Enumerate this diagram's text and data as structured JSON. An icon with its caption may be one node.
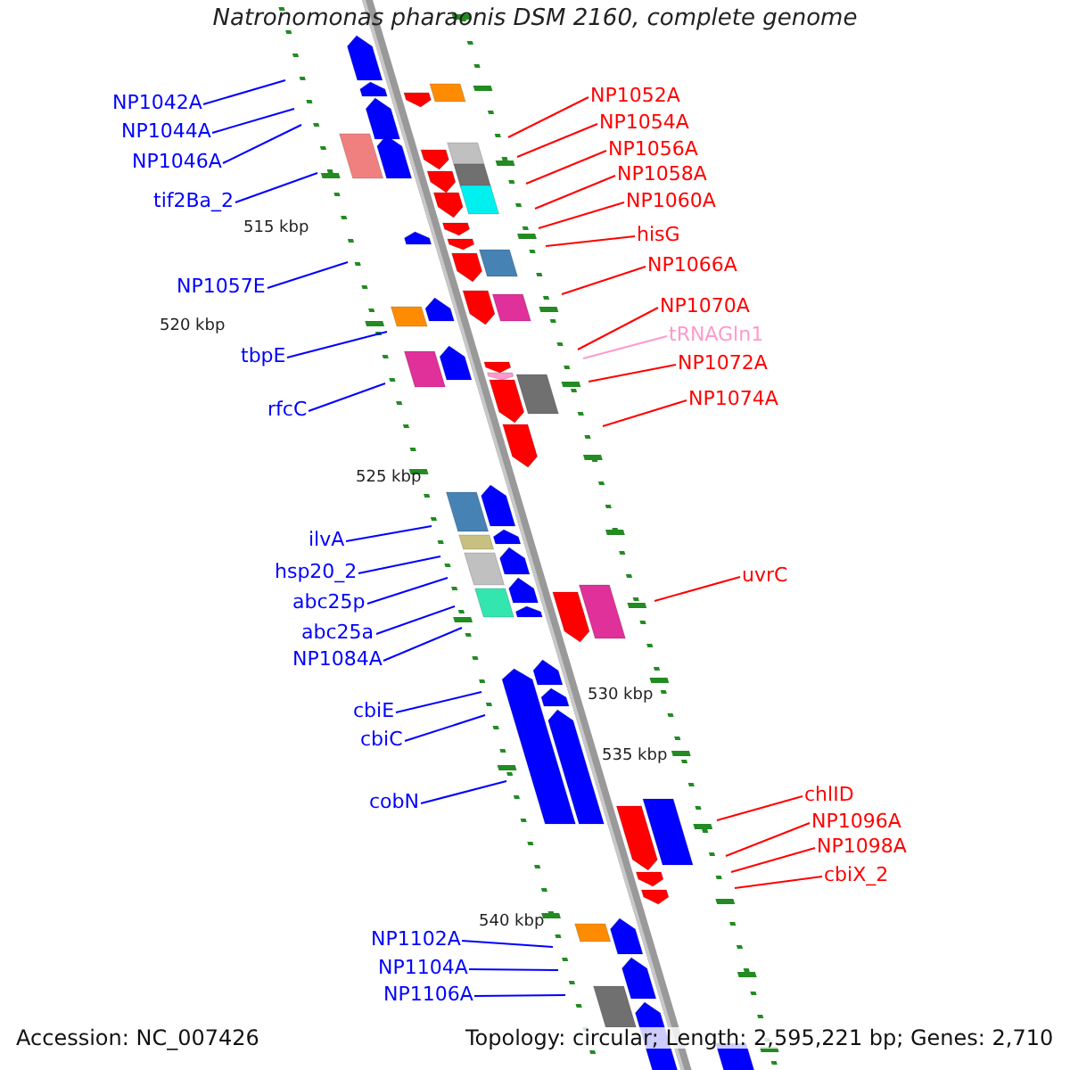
{
  "diagram": {
    "title": "Natronomonas pharaonis DSM 2160, complete genome",
    "nodes": [
      {
        "text": [
          "NP1042A"
        ]
      },
      {
        "text": [
          "NP1044A"
        ]
      },
      {
        "text": [
          "NP1046A"
        ]
      },
      {
        "text": [
          "tif2Ba_2"
        ]
      },
      {
        "text": [
          "NP1057E"
        ]
      },
      {
        "text": [
          "tbpE"
        ]
      },
      {
        "text": [
          "rfcC"
        ]
      },
      {
        "text": [
          "ilvA"
        ]
      },
      {
        "text": [
          "hsp20_2"
        ]
      },
      {
        "text": [
          "abc25p"
        ]
      },
      {
        "text": [
          "abc25a"
        ]
      },
      {
        "text": [
          "NP1084A"
        ]
      },
      {
        "text": [
          "cbiE"
        ]
      },
      {
        "text": [
          "cbiC"
        ]
      },
      {
        "text": [
          "cobN"
        ]
      },
      {
        "text": [
          "NP1102A"
        ]
      },
      {
        "text": [
          "NP1104A"
        ]
      },
      {
        "text": [
          "NP1106A"
        ]
      },
      {
        "text": [
          "NP1052A"
        ]
      },
      {
        "text": [
          "NP1054A"
        ]
      },
      {
        "text": [
          "NP1056A"
        ]
      },
      {
        "text": [
          "NP1058A"
        ]
      },
      {
        "text": [
          "NP1060A"
        ]
      },
      {
        "text": [
          "hisG"
        ]
      },
      {
        "text": [
          "NP1066A"
        ]
      },
      {
        "text": [
          "NP1070A"
        ]
      },
      {
        "text": [
          "tRNAGln1"
        ]
      },
      {
        "text": [
          "NP1072A"
        ]
      },
      {
        "text": [
          "NP1074A"
        ]
      },
      {
        "text": [
          "uvrC"
        ]
      },
      {
        "text": [
          "chlID"
        ]
      },
      {
        "text": [
          "NP1096A"
        ]
      },
      {
        "text": [
          "NP1098A"
        ]
      },
      {
        "text": [
          "cbiX_2"
        ]
      }
    ],
    "edges": [
      {
        "from": 0,
        "to": null,
        "arrow": "none"
      },
      {
        "from": 1,
        "to": null,
        "arrow": "none"
      },
      {
        "from": 2,
        "to": null,
        "arrow": "none"
      },
      {
        "from": 3,
        "to": null,
        "arrow": "none"
      },
      {
        "from": 4,
        "to": null,
        "arrow": "none"
      },
      {
        "from": 5,
        "to": null,
        "arrow": "none"
      },
      {
        "from": 6,
        "to": null,
        "arrow": "none"
      },
      {
        "from": 7,
        "to": null,
        "arrow": "none"
      },
      {
        "from": 8,
        "to": null,
        "arrow": "none"
      },
      {
        "from": 9,
        "to": null,
        "arrow": "none"
      },
      {
        "from": 10,
        "to": null,
        "arrow": "none"
      },
      {
        "from": 11,
        "to": null,
        "arrow": "none"
      },
      {
        "from": 12,
        "to": null,
        "arrow": "none"
      },
      {
        "from": 13,
        "to": null,
        "arrow": "none"
      },
      {
        "from": 14,
        "to": null,
        "arrow": "none"
      },
      {
        "from": 15,
        "to": null,
        "arrow": "none"
      },
      {
        "from": 16,
        "to": null,
        "arrow": "none"
      },
      {
        "from": 17,
        "to": null,
        "arrow": "none"
      },
      {
        "from": 18,
        "to": null,
        "arrow": "none",
        "color": "#ff0000"
      },
      {
        "from": 19,
        "to": null,
        "arrow": "none",
        "color": "#ff0000"
      },
      {
        "from": 20,
        "to": null,
        "arrow": "none",
        "color": "#ff0000"
      },
      {
        "from": 21,
        "to": null,
        "arrow": "none",
        "color": "#ff0000"
      },
      {
        "from": 22,
        "to": null,
        "arrow": "none",
        "color": "#ff0000"
      },
      {
        "from": 23,
        "to": null,
        "arrow": "none",
        "color": "#ff0000"
      },
      {
        "from": 24,
        "to": null,
        "arrow": "none",
        "color": "#ff0000"
      },
      {
        "from": 25,
        "to": null,
        "arrow": "none",
        "color": "#ff0000"
      },
      {
        "from": 26,
        "to": null,
        "arrow": "none",
        "color": "#ff99cc"
      },
      {
        "from": 27,
        "to": null,
        "arrow": "none",
        "color": "#ff0000"
      },
      {
        "from": 28,
        "to": null,
        "arrow": "none",
        "color": "#ff0000"
      },
      {
        "from": 29,
        "to": null,
        "arrow": "none",
        "color": "#ff0000"
      },
      {
        "from": 30,
        "to": null,
        "arrow": "none",
        "color": "#ff0000"
      },
      {
        "from": 31,
        "to": null,
        "arrow": "none",
        "color": "#ff0000"
      },
      {
        "from": 32,
        "to": null,
        "arrow": "none",
        "color": "#ff0000"
      },
      {
        "from": 33,
        "to": null,
        "arrow": "none",
        "color": "#ff0000"
      }
    ],
    "labels": [
      "515 kbp",
      "520 kbp",
      "525 kbp",
      "530 kbp",
      "535 kbp",
      "540 kbp",
      "Accession: NC_007426",
      "Topology: circular; Length: 2,595,221 bp; Genes: 2,710"
    ]
  }
}
